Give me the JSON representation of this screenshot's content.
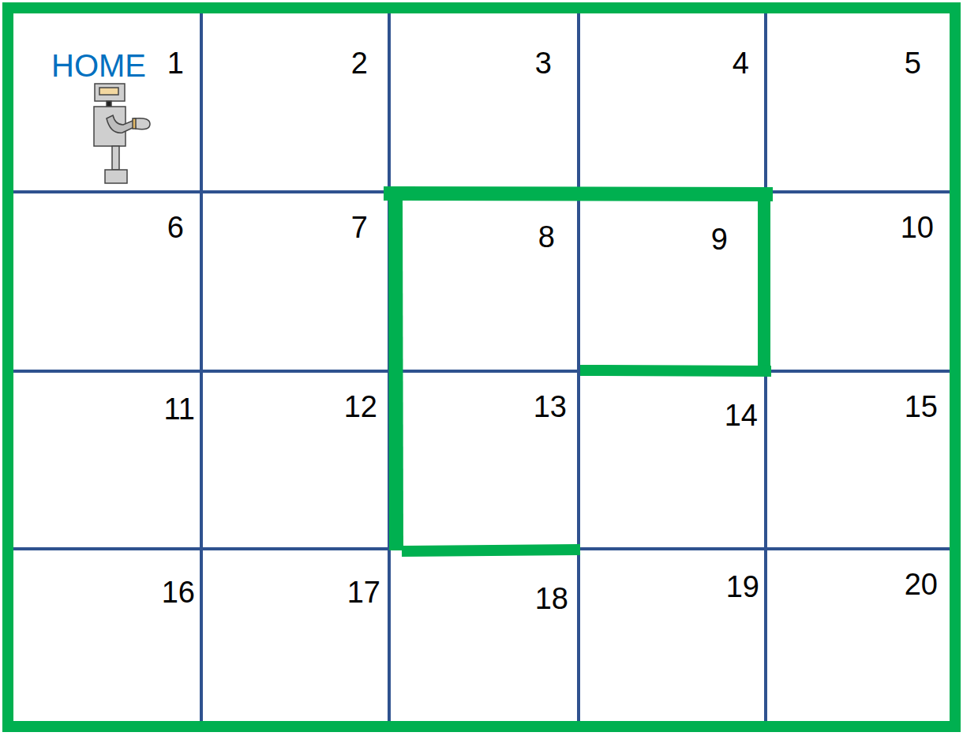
{
  "diagram": {
    "nodes": [
      {
        "text": [
          "HOME",
          "1"
        ]
      },
      {
        "text": [
          "2"
        ]
      },
      {
        "text": [
          "3"
        ]
      },
      {
        "text": [
          "4"
        ]
      },
      {
        "text": [
          "5"
        ]
      },
      {
        "text": [
          "6"
        ]
      },
      {
        "text": [
          "7"
        ]
      },
      {
        "text": [
          "8"
        ]
      },
      {
        "text": [
          "9"
        ]
      },
      {
        "text": [
          "10"
        ]
      },
      {
        "text": [
          "11"
        ]
      },
      {
        "text": [
          "12"
        ]
      },
      {
        "text": [
          "13"
        ]
      },
      {
        "text": [
          "14"
        ]
      },
      {
        "text": [
          "15"
        ]
      },
      {
        "text": [
          "16"
        ]
      },
      {
        "text": [
          "17"
        ]
      },
      {
        "text": [
          "18"
        ]
      },
      {
        "text": [
          "19"
        ]
      },
      {
        "text": [
          "20"
        ]
      }
    ]
  }
}
